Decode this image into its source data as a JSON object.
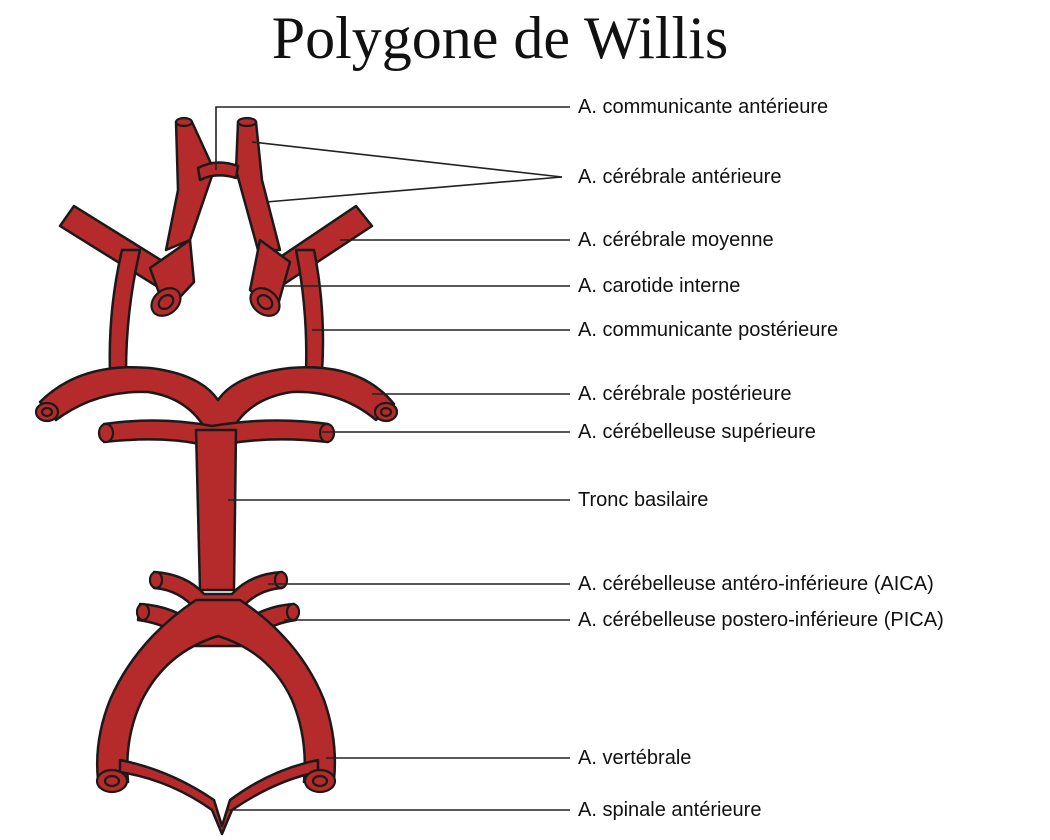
{
  "diagram": {
    "title": "Polygone de Willis",
    "vessel_color": "#b52a2a",
    "labels": [
      "A. communicante antérieure",
      "A. cérébrale antérieure",
      "A. cérébrale moyenne",
      "A. carotide interne",
      "A. communicante postérieure",
      "A. cérébrale postérieure",
      "A. cérébelleuse supérieure",
      "Tronc basilaire",
      "A. cérébelleuse antéro-inférieure (AICA)",
      "A. cérébelleuse postero-inférieure (PICA)",
      "A. vertébrale",
      "A. spinale antérieure"
    ]
  }
}
